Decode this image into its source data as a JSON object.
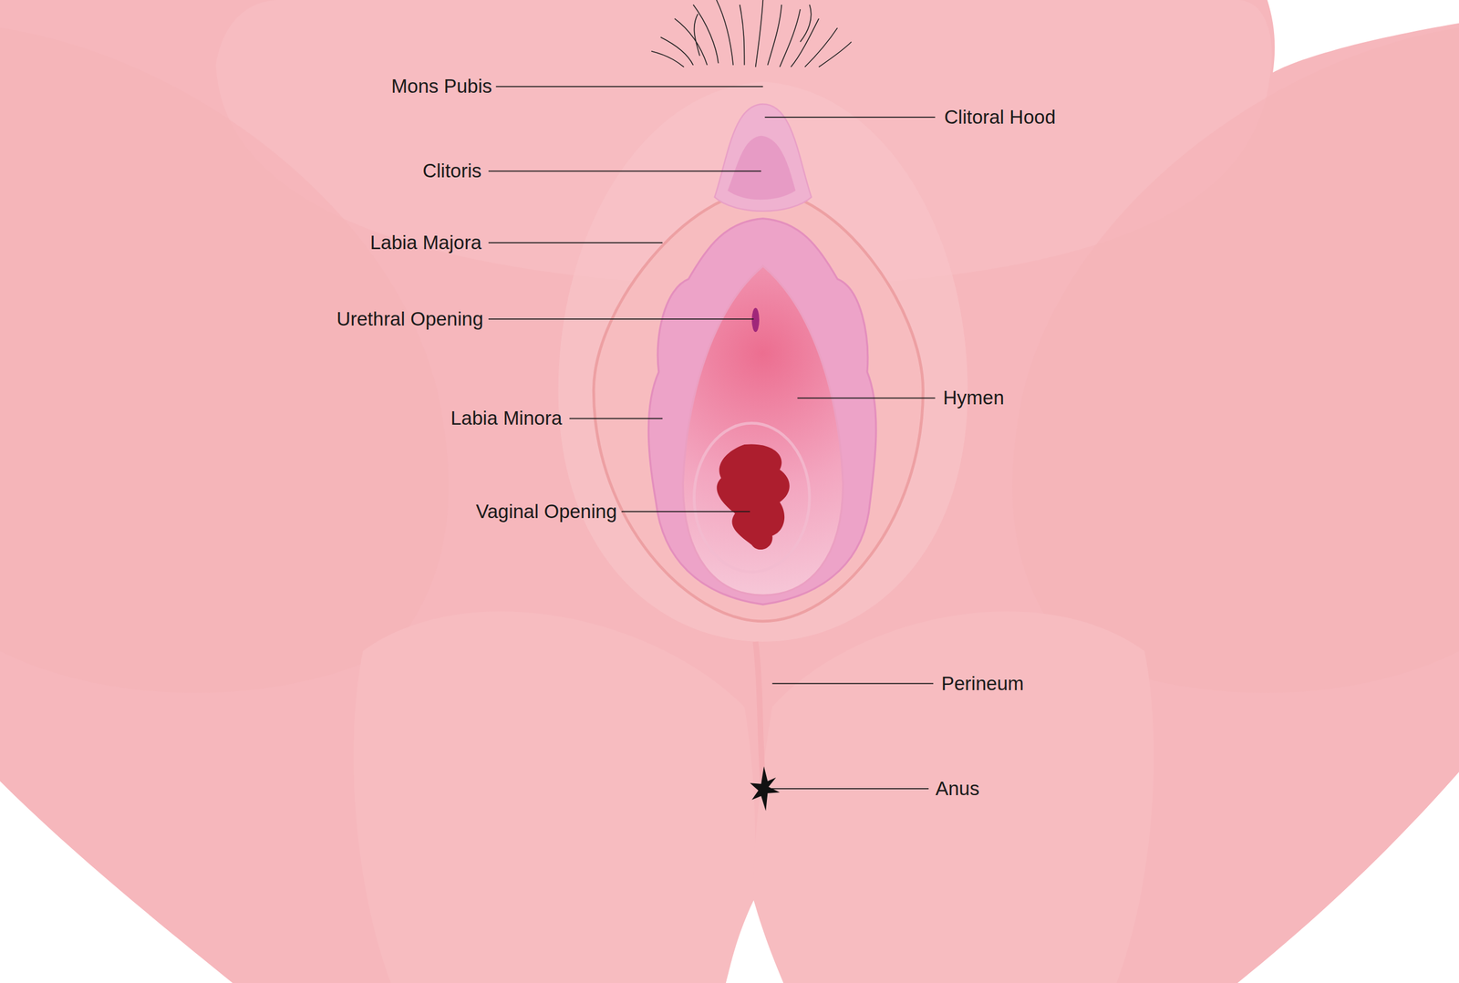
{
  "diagram": {
    "labels": [
      "Mons Pubis",
      "Clitoral Hood",
      "Clitoris",
      "Labia Majora",
      "Urethral Opening",
      "Hymen",
      "Labia Minora",
      "Vaginal Opening",
      "Perineum",
      "Anus"
    ]
  }
}
